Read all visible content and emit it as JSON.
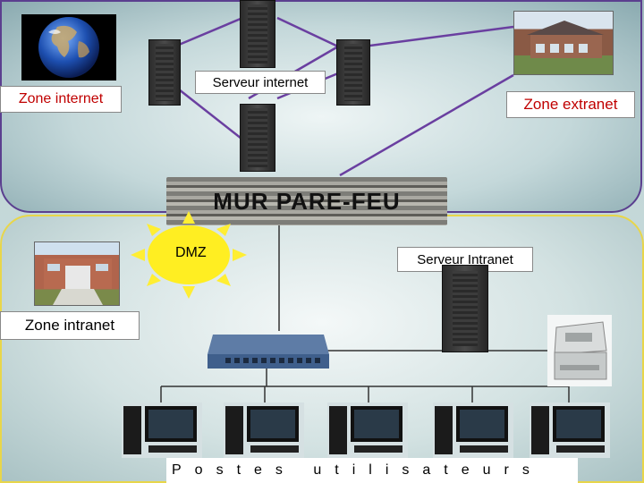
{
  "labels": {
    "zone_internet": "Zone internet",
    "serveur_internet": "Serveur internet",
    "zone_extranet": "Zone extranet",
    "firewall": "MUR PARE-FEU",
    "dmz": "DMZ",
    "serveur_intranet": "Serveur Intranet",
    "zone_intranet": "Zone intranet",
    "postes": "Postes utilisateurs"
  },
  "colors": {
    "internet_border": "#5b3f8f",
    "intranet_border": "#e8d64a",
    "zone_text_red": "#c00000",
    "link_purple": "#6a3fa0"
  },
  "icons": {
    "globe": "globe-icon",
    "server": "server-tower-icon",
    "building": "building-photo",
    "switch": "network-switch-icon",
    "printer": "printer-icon",
    "workstation": "workstation-icon",
    "sun": "dmz-sun-icon"
  }
}
